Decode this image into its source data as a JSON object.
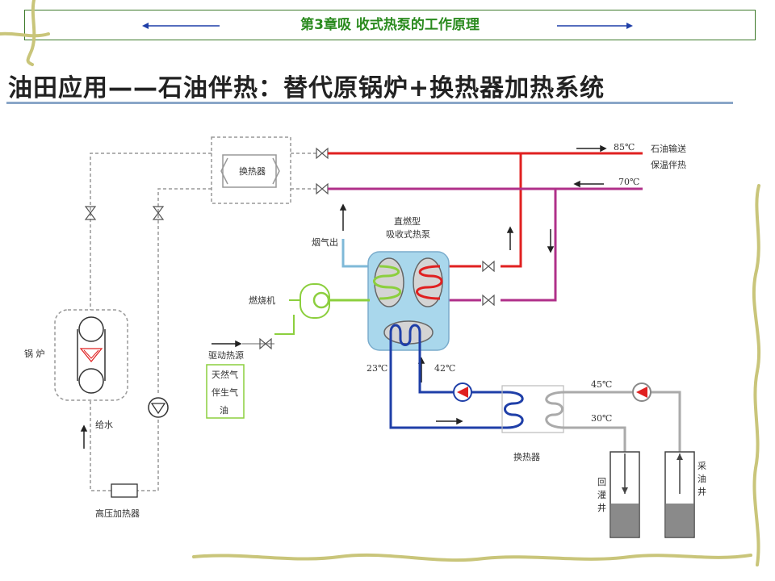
{
  "header": {
    "title": "第3章吸 收式热泵的工作原理"
  },
  "slide": {
    "heading": "油田应用——石油伴热：替代原锅炉+换热器加热系统"
  },
  "diagram": {
    "exchanger_top_label": "换热器",
    "temp_85": "85℃",
    "temp_70": "70℃",
    "oil_transport_line1": "石油输送",
    "oil_transport_line2": "保温伴热",
    "heat_pump_line1": "直燃型",
    "heat_pump_line2": "吸收式热泵",
    "flue_gas_label": "烟气出",
    "burner_label": "燃烧机",
    "drive_heat_label": "驱动热源",
    "fuel_lines": [
      "天然气",
      "伴生气",
      "油"
    ],
    "boiler_label": "锅 炉",
    "feedwater_label": "给水",
    "hp_heater_label": "高压加热器",
    "temp_23": "23℃",
    "temp_42": "42℃",
    "temp_45": "45℃",
    "temp_30": "30℃",
    "exchanger_bottom_label": "换热器",
    "reinjection_well": "回灌井",
    "production_well": "采油井",
    "colors": {
      "hot_red": "#e02020",
      "purple": "#b0308a",
      "blue": "#1f3fa8",
      "green": "#8ccf3e",
      "gray": "#aaaaaa"
    }
  }
}
